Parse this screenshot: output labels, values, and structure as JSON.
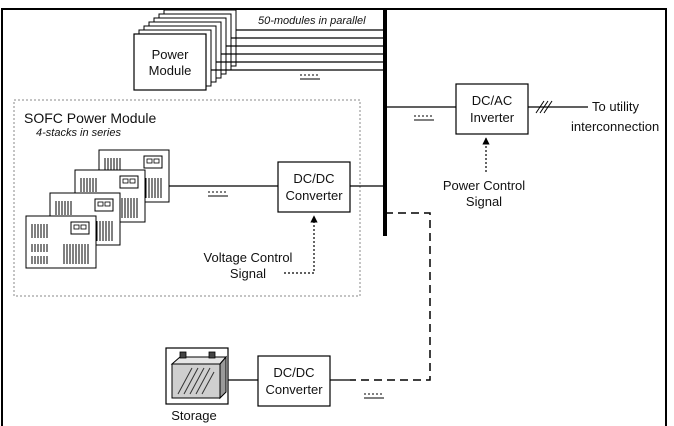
{
  "labels": {
    "parallel_note": "50-modules in parallel",
    "power_module_line1": "Power",
    "power_module_line2": "Module",
    "sofc_title": "SOFC Power Module",
    "sofc_subtitle": "4-stacks in series",
    "dcdc_top_line1": "DC/DC",
    "dcdc_top_line2": "Converter",
    "dcac_line1": "DC/AC",
    "dcac_line2": "Inverter",
    "utility_line1": "To utility",
    "utility_line2": "interconnection",
    "power_control_line1": "Power Control",
    "power_control_line2": "Signal",
    "voltage_control_line1": "Voltage Control",
    "voltage_control_line2": "Signal",
    "dcdc_bottom_line1": "DC/DC",
    "dcdc_bottom_line2": "Converter",
    "storage": "Storage"
  },
  "icons": [
    "battery-icon",
    "fuel-cell-stack-icon",
    "ellipsis-dots-icon",
    "arrow-head-icon"
  ]
}
